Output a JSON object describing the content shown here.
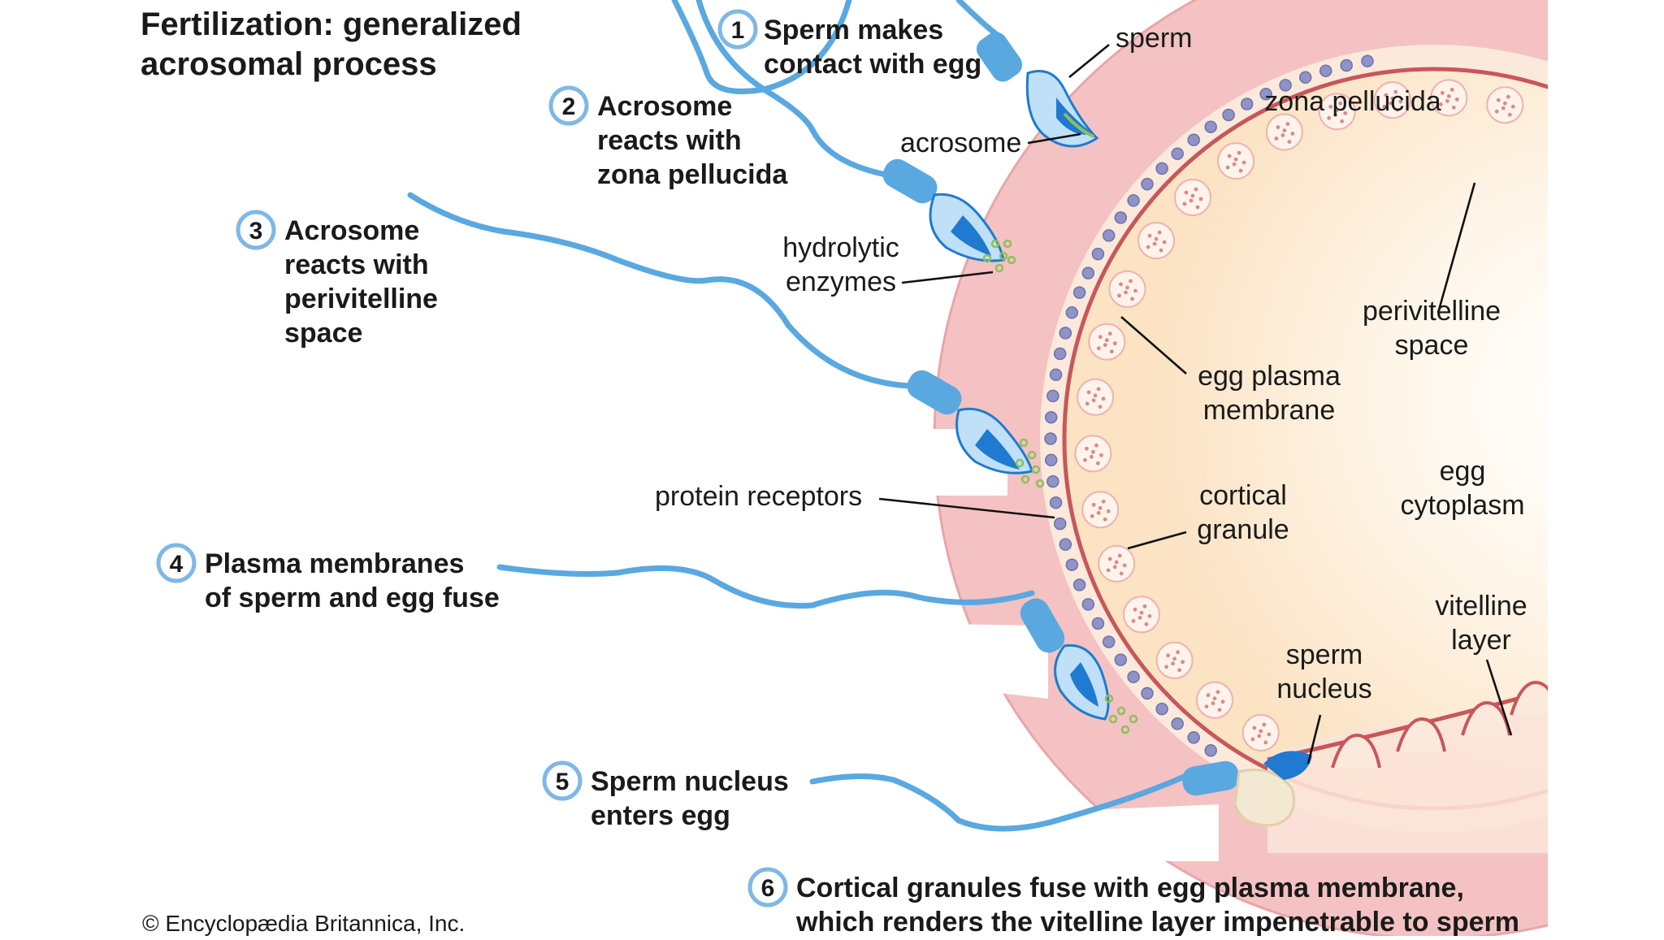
{
  "title_lines": [
    "Fertilization: generalized",
    "acrosomal process"
  ],
  "steps": [
    {
      "num": "1",
      "lines": [
        "Sperm makes",
        "contact with egg"
      ]
    },
    {
      "num": "2",
      "lines": [
        "Acrosome",
        "reacts with",
        "zona pellucida"
      ]
    },
    {
      "num": "3",
      "lines": [
        "Acrosome",
        "reacts with",
        "perivitelline",
        "space"
      ]
    },
    {
      "num": "4",
      "lines": [
        "Plasma membranes",
        "of sperm and egg fuse"
      ]
    },
    {
      "num": "5",
      "lines": [
        "Sperm nucleus",
        "enters egg"
      ]
    },
    {
      "num": "6",
      "lines": [
        "Cortical granules fuse with egg plasma membrane,",
        "which renders the vitelline layer impenetrable to sperm"
      ]
    }
  ],
  "labels": {
    "sperm": "sperm",
    "acrosome": "acrosome",
    "hydrolytic": [
      "hydrolytic",
      "enzymes"
    ],
    "zona": "zona pellucida",
    "perivitelline": [
      "perivitelline",
      "space"
    ],
    "egg_plasma": [
      "egg plasma",
      "membrane"
    ],
    "protein_receptors": "protein receptors",
    "cortical": [
      "cortical",
      "granule"
    ],
    "egg_cytoplasm": [
      "egg",
      "cytoplasm"
    ],
    "vitelline": [
      "vitelline",
      "layer"
    ],
    "sperm_nucleus": [
      "sperm",
      "nucleus"
    ]
  },
  "credit": "© Encyclopædia Britannica, Inc.",
  "colors": {
    "zona": "#f4c2c2",
    "zona_edge": "#e9a6a6",
    "perivitelline": "#fbe9dc",
    "cytoplasm": "#fdeccd",
    "membrane": "#c7575a",
    "sperm_body": "#5aa8e0",
    "sperm_light": "#bfe0f6",
    "nucleus": "#1f7ad0",
    "receptor": "#8f93c8",
    "enzyme": "#8fbf5a"
  }
}
